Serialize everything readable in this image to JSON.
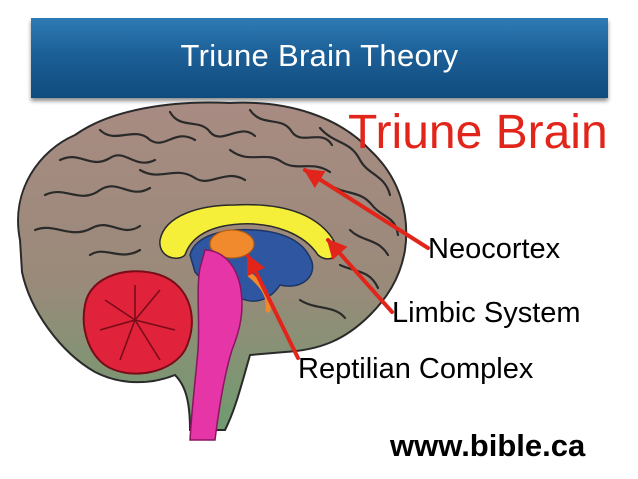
{
  "slide": {
    "title": "Triune Brain Theory"
  },
  "figure": {
    "heading": "Triune Brain",
    "labels": {
      "neocortex": "Neocortex",
      "limbic": "Limbic System",
      "reptilian": "Reptilian Complex"
    },
    "source": "www.bible.ca",
    "colors": {
      "heading": "#e1251b",
      "arrow": "#e1251b",
      "neocortex": "#a88b82",
      "neocortex_lower": "#6f9b6f",
      "limbic_yellow": "#f6ef3a",
      "limbic_blue": "#2f56a0",
      "thalamus_orange": "#f08a2c",
      "cerebellum": "#e0233a",
      "brainstem": "#e535a6"
    }
  }
}
